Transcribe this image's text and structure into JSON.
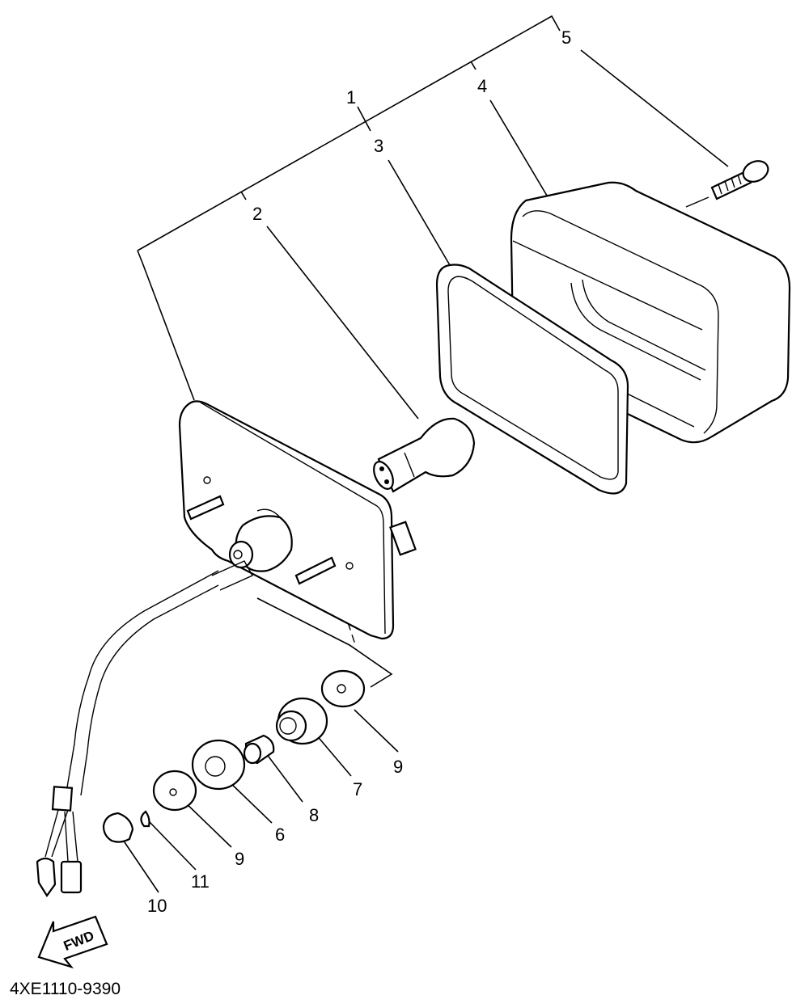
{
  "diagram": {
    "part_code": "4XE1110-9390",
    "fwd_label": "FWD",
    "callouts": {
      "c1": "1",
      "c2": "2",
      "c3": "3",
      "c4": "4",
      "c5": "5",
      "c6": "6",
      "c7": "7",
      "c8": "8",
      "c9a": "9",
      "c9b": "9",
      "c10": "10",
      "c11": "11"
    }
  }
}
